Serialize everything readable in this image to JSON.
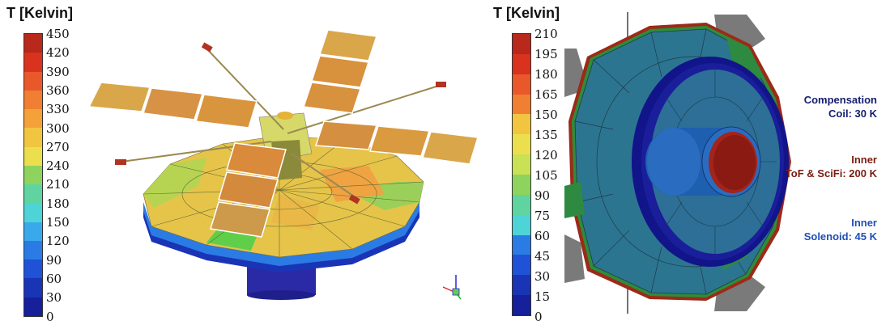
{
  "left_legend": {
    "title": "T [Kelvin]",
    "ticks": [
      "450",
      "420",
      "390",
      "360",
      "330",
      "300",
      "270",
      "240",
      "210",
      "180",
      "150",
      "120",
      "90",
      "60",
      "30",
      "0"
    ]
  },
  "right_legend": {
    "title": "T [Kelvin]",
    "ticks": [
      "210",
      "195",
      "180",
      "165",
      "150",
      "135",
      "120",
      "105",
      "90",
      "75",
      "60",
      "45",
      "30",
      "15",
      "0"
    ]
  },
  "colormap": [
    "#b8281b",
    "#d9321f",
    "#e9582a",
    "#f07e33",
    "#f5a13a",
    "#f2c541",
    "#ecdf4d",
    "#c9e154",
    "#8fd35f",
    "#5fd4a0",
    "#4ed3d7",
    "#3aa9ec",
    "#2b7be4",
    "#1f52d7",
    "#1a34b6",
    "#15209a"
  ],
  "annotations": {
    "compensation": {
      "line1": "Compensation",
      "line2": "Coil: 30 K",
      "color": "#141e6e"
    },
    "tof": {
      "line1": "Inner",
      "line2": "ToF & SciFi: 200 K",
      "color": "#7a1d12"
    },
    "solenoid": {
      "line1": "Inner",
      "line2": "Solenoid: 45 K",
      "color": "#1f4fb8"
    }
  }
}
